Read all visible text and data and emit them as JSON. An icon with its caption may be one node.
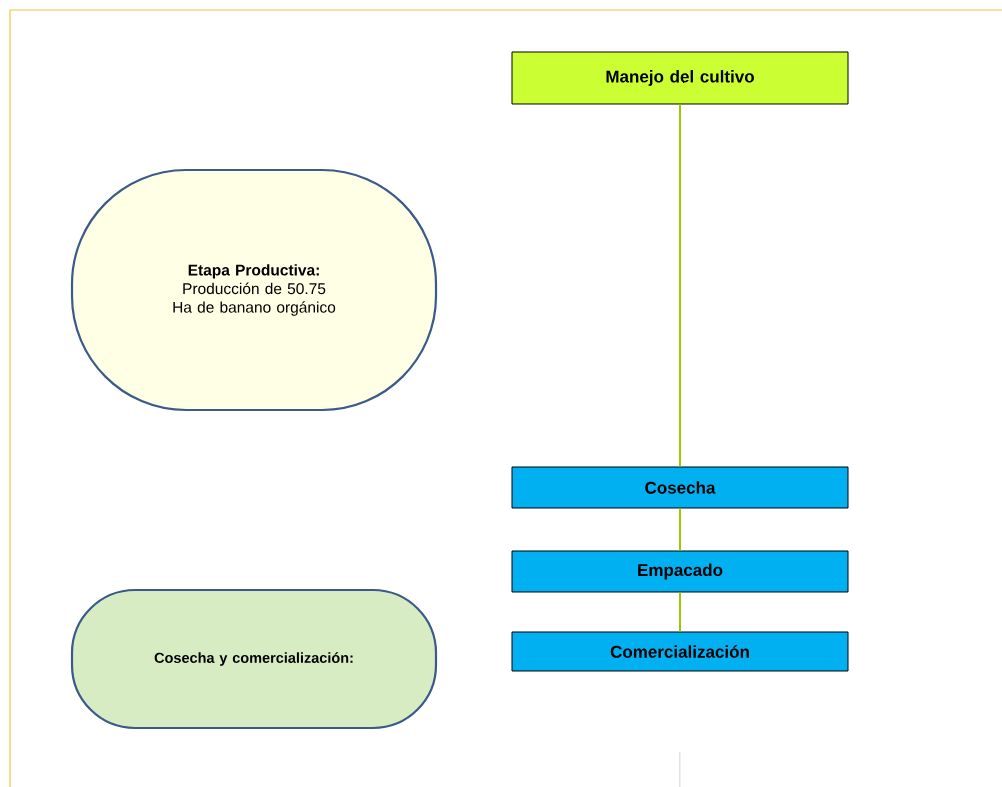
{
  "diagram": {
    "nodes": [
      {
        "text": [
          "Manejo del cultivo"
        ]
      },
      {
        "text": [
          "Etapa Productiva:",
          "Producción de 50.75 Ha de banano orgánico"
        ]
      },
      {
        "text": [
          "Cosecha"
        ]
      },
      {
        "text": [
          "Empacado"
        ]
      },
      {
        "text": [
          "Comercialización"
        ]
      },
      {
        "text": [
          "Cosecha y comercialización:"
        ]
      }
    ],
    "edges": [
      {
        "from": 0,
        "to": 2,
        "arrow": "none"
      },
      {
        "from": 2,
        "to": 3,
        "arrow": "none"
      },
      {
        "from": 3,
        "to": 4,
        "arrow": "none"
      }
    ]
  }
}
